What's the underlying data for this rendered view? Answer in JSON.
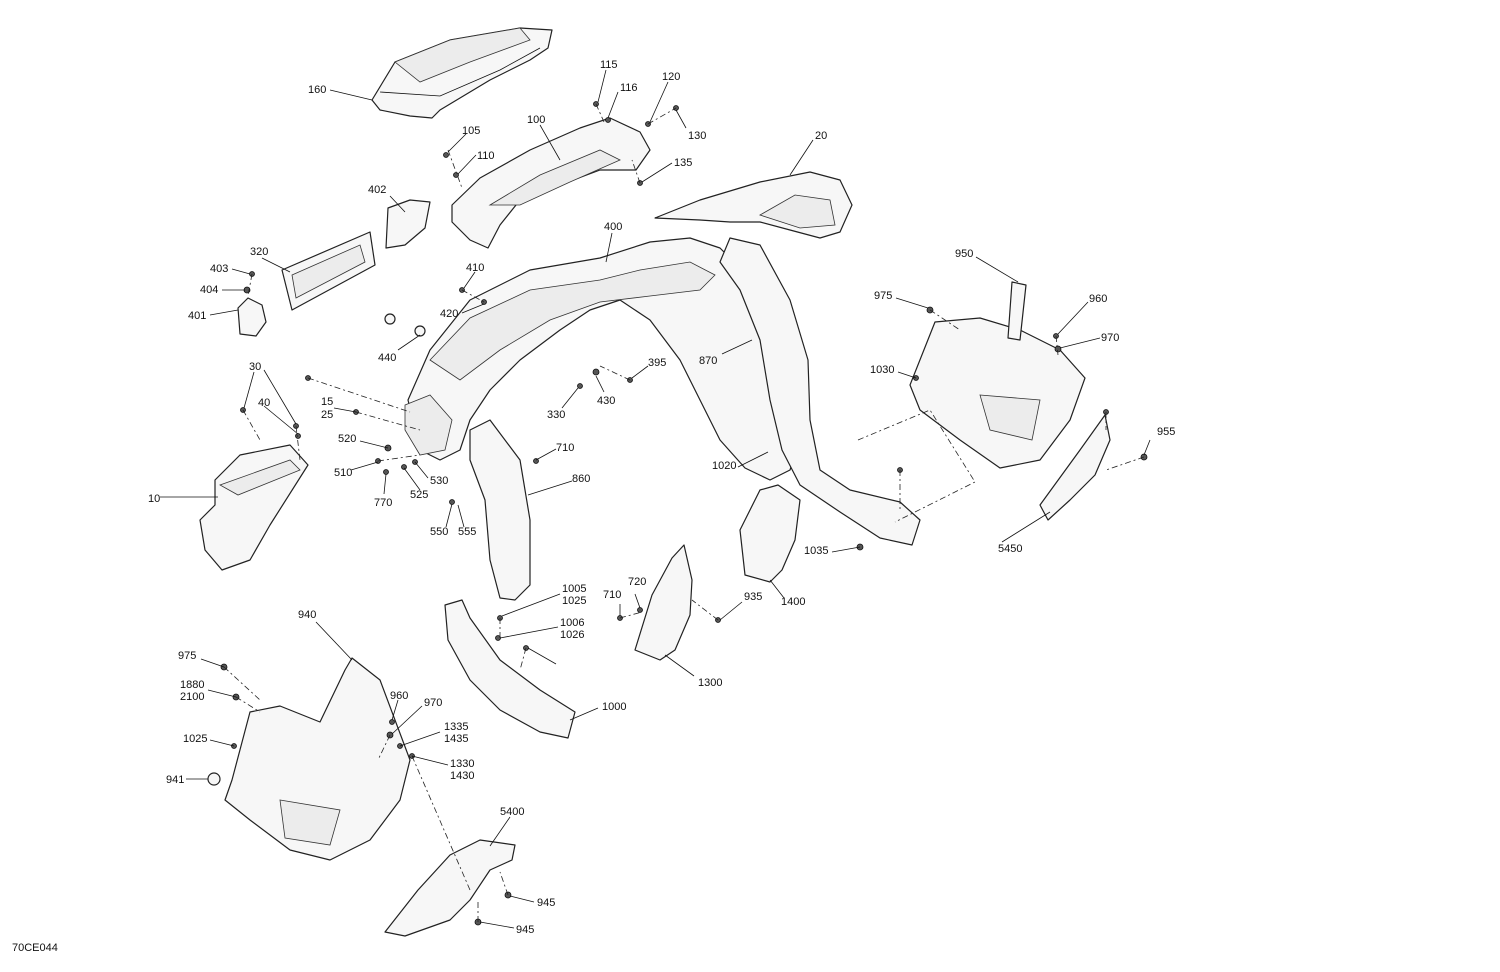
{
  "diagram": {
    "code": "70CE044",
    "callouts": [
      "160",
      "115",
      "116",
      "120",
      "130",
      "105",
      "100",
      "110",
      "135",
      "20",
      "402",
      "320",
      "403",
      "404",
      "401",
      "400",
      "410",
      "420",
      "440",
      "950",
      "975",
      "960",
      "970",
      "395",
      "870",
      "330",
      "430",
      "1030",
      "30",
      "40",
      "15",
      "25",
      "520",
      "510",
      "530",
      "525",
      "770",
      "710",
      "860",
      "550",
      "555",
      "10",
      "1020",
      "955",
      "1035",
      "5450",
      "1400",
      "1005",
      "1025",
      "1006",
      "1026",
      "720",
      "710",
      "935",
      "1300",
      "940",
      "975",
      "1880",
      "2100",
      "960",
      "970",
      "1000",
      "1025",
      "1335",
      "1435",
      "1330",
      "1430",
      "941",
      "5400",
      "945",
      "945"
    ]
  }
}
